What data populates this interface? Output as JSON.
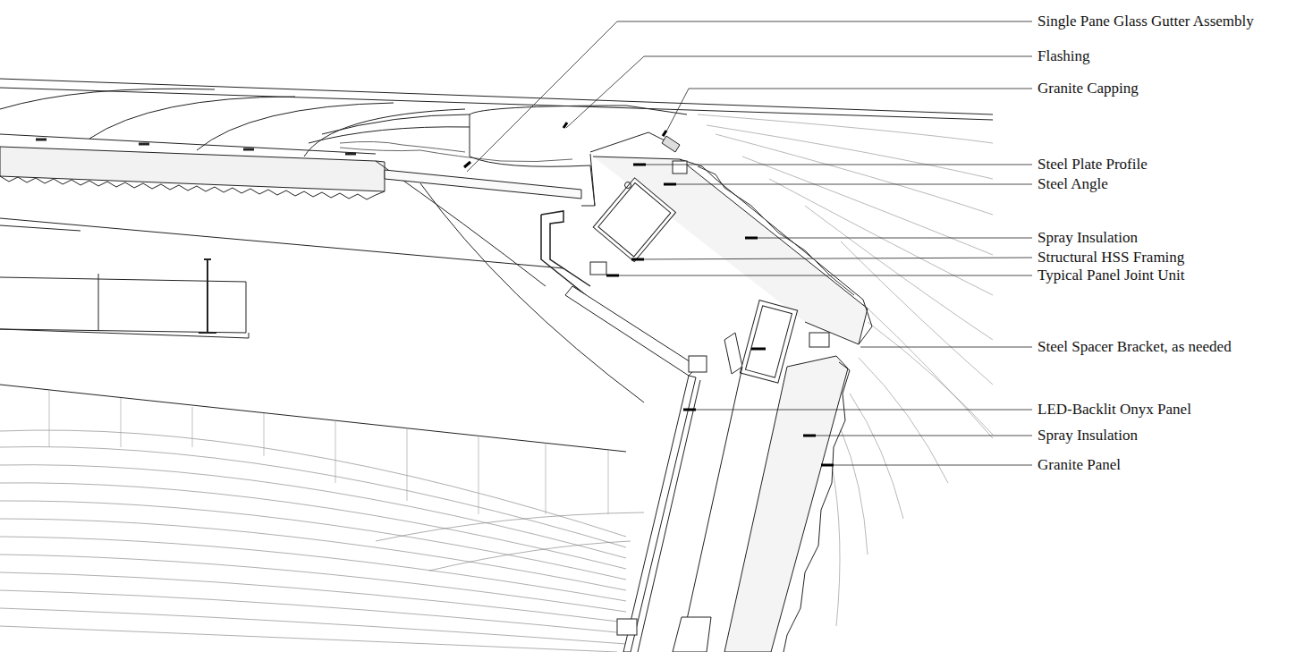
{
  "diagram": {
    "labels": [
      "Single Pane Glass Gutter Assembly",
      "Flashing",
      "Granite Capping",
      "Steel Plate Profile",
      "Steel Angle",
      "Spray Insulation",
      "Structural HSS Framing",
      "Typical Panel Joint Unit",
      "Steel Spacer Bracket, as needed",
      "LED-Backlit Onyx Panel",
      "Spray Insulation",
      "Granite Panel"
    ]
  }
}
